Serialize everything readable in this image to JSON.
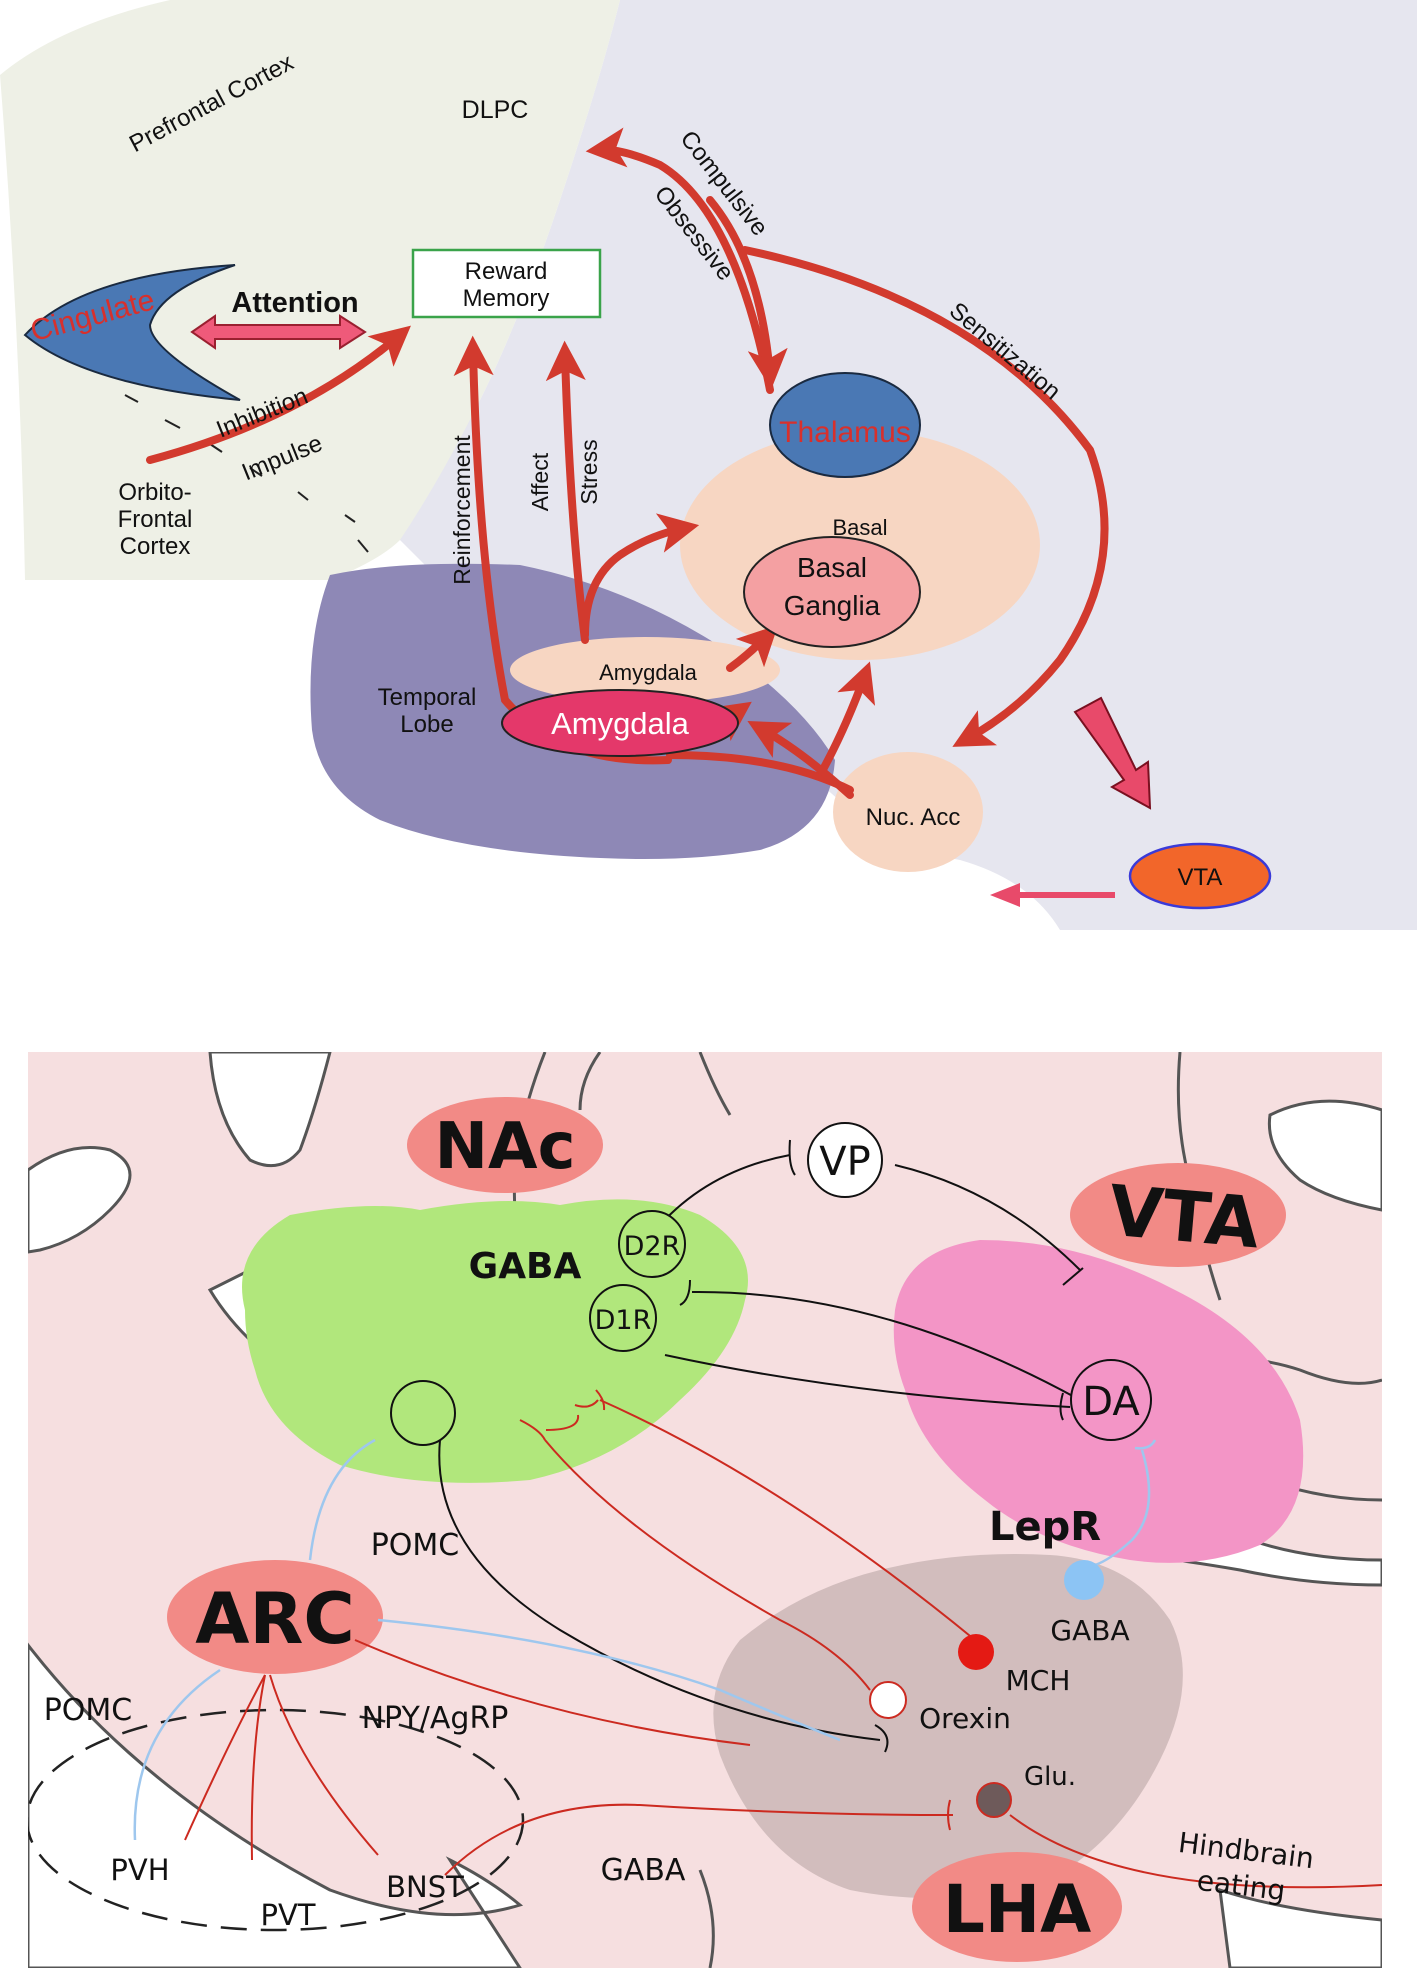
{
  "top": {
    "prefrontal_cortex": "Prefrontal Cortex",
    "dlpc": "DLPC",
    "cingulate": "Cingulate",
    "attention": "Attention",
    "reward_memory_line1": "Reward",
    "reward_memory_line2": "Memory",
    "inhibition": "Inhibition",
    "impulse": "Impulse",
    "ofc_line1": "Orbito-",
    "ofc_line2": "Frontal",
    "ofc_line3": "Cortex",
    "reinforcement": "Reinforcement",
    "affect": "Affect",
    "stress": "Stress",
    "compulsive": "Compulsive",
    "obsessive": "Obsessive",
    "sensitization": "Sensitization",
    "thalamus": "Thalamus",
    "basal_partial": "Basal",
    "basal_ganglia_line1": "Basal",
    "basal_ganglia_line2": "Ganglia",
    "amygdala_small": "Amygdala",
    "amygdala": "Amygdala",
    "temporal_line1": "Temporal",
    "temporal_line2": "Lobe",
    "nuc_acc": "Nuc. Acc",
    "vta": "VTA"
  },
  "bottom": {
    "nac": "NAc",
    "vta": "VTA",
    "vp": "VP",
    "gaba_nac": "GABA",
    "d2r": "D2R",
    "d1r": "D1R",
    "da": "DA",
    "lepr": "LepR",
    "gaba_lha": "GABA",
    "mch": "MCH",
    "orexin": "Orexin",
    "glu": "Glu.",
    "pomc_upper": "POMC",
    "arc": "ARC",
    "pomc_left": "POMC",
    "npy_agrp": "NPY/AgRP",
    "pvh": "PVH",
    "pvt": "PVT",
    "bnst": "BNST",
    "gaba_bottom": "GABA",
    "lha": "LHA",
    "hindbrain_line1": "Hindbrain",
    "hindbrain_line2": "eating"
  },
  "colors": {
    "arrow_red": "#d23a2e",
    "cingulate_blue": "#4a78b4",
    "temporal_purple": "#8e88b6",
    "peach": "#f7d6c2",
    "green": "#b1e77c",
    "pink": "#f395c6",
    "label_salmon": "#f28a86",
    "pink_bg": "#f6dfe0",
    "lha_gray": "#d2bdbd",
    "vta_orange": "#f2662a"
  }
}
